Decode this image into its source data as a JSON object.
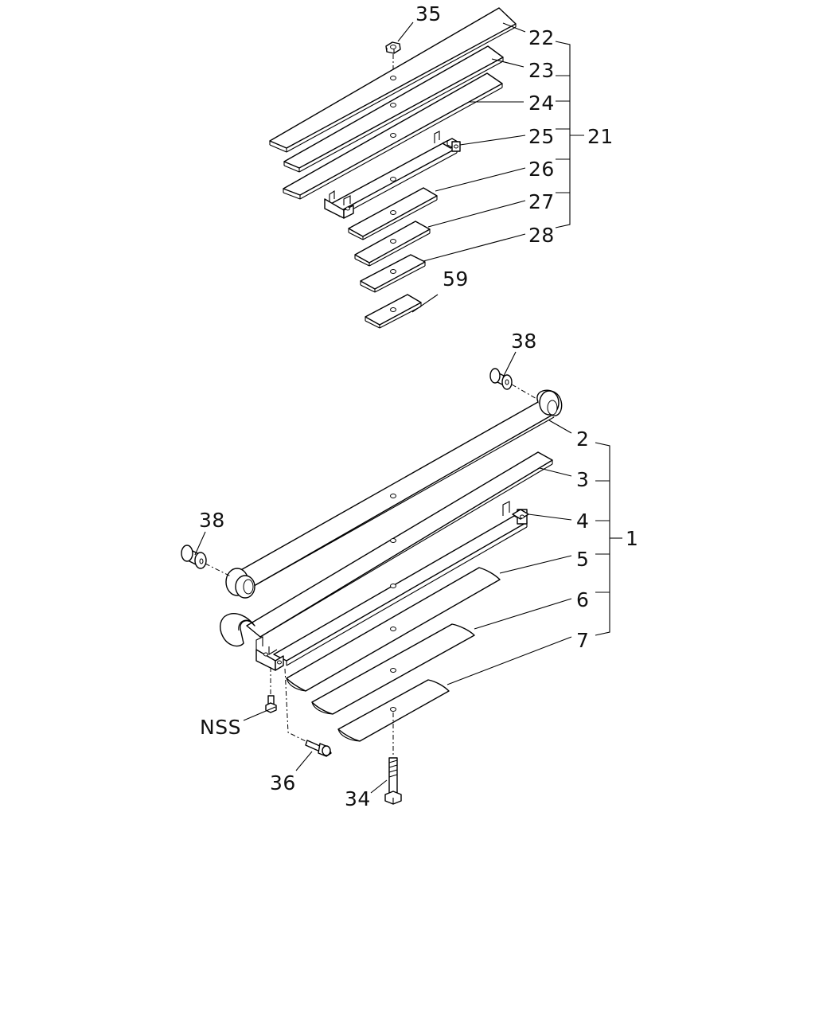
{
  "callouts": {
    "c35": "35",
    "c22": "22",
    "c23": "23",
    "c24": "24",
    "c25": "25",
    "c26": "26",
    "c27": "27",
    "c28": "28",
    "c21": "21",
    "c59": "59",
    "c38_top": "38",
    "c38_left": "38",
    "c2": "2",
    "c3": "3",
    "c4": "4",
    "c5": "5",
    "c6": "6",
    "c7": "7",
    "c1": "1",
    "cNSS": "NSS",
    "c36": "36",
    "c34": "34"
  },
  "colors": {
    "line": "#000000",
    "background": "#ffffff"
  }
}
